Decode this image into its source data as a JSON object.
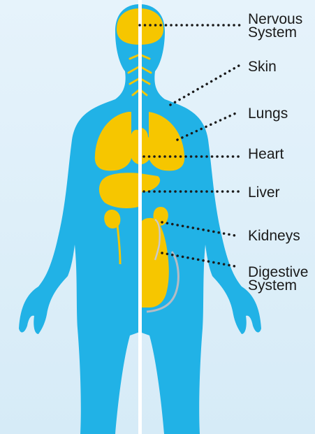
{
  "colors": {
    "background": "#e2f1fa",
    "body": "#21b2e6",
    "organ": "#f6c600",
    "divider": "#ffffff",
    "leader": "#1a1a1a",
    "label": "#1a1a1a"
  },
  "labels": {
    "nervous_line1": "Nervous",
    "nervous_line2": "System",
    "skin": "Skin",
    "lungs": "Lungs",
    "heart": "Heart",
    "liver": "Liver",
    "kidneys": "Kidneys",
    "digestive_line1": "Digestive",
    "digestive_line2": "System"
  }
}
